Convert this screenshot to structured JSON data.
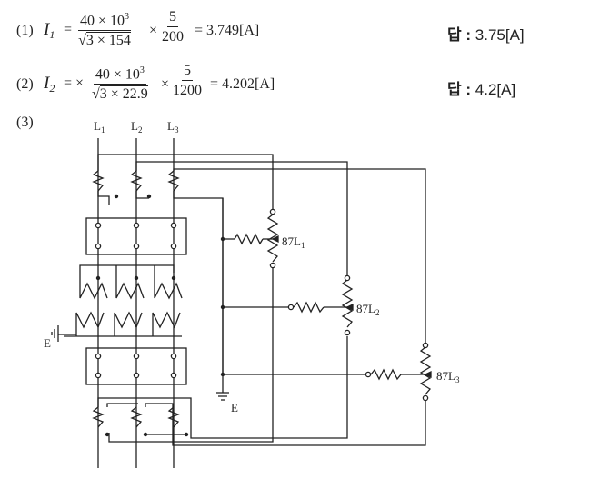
{
  "problems": [
    {
      "number": "(1)",
      "variable": "I",
      "subscript": "1",
      "prefix": "=",
      "frac1_num_base": "40 × 10",
      "frac1_num_exp": "3",
      "frac1_den_sqrt": "3",
      "frac1_den_rest": " × 154",
      "times": "×",
      "frac2_num": "5",
      "frac2_den": "200",
      "result": "= 3.749[A]",
      "answer_label": "답",
      "answer_sep": ":",
      "answer_value": "3.75[A]"
    },
    {
      "number": "(2)",
      "variable": "I",
      "subscript": "2",
      "prefix": "= ×",
      "frac1_num_base": "40 × 10",
      "frac1_num_exp": "3",
      "frac1_den_sqrt": "3",
      "frac1_den_rest": " × 22.9",
      "times": "×",
      "frac2_num": "5",
      "frac2_den": "1200",
      "result": "= 4.202[A]",
      "answer_label": "답",
      "answer_sep": ":",
      "answer_value": "4.2[A]"
    }
  ],
  "part3": {
    "number": "(3)"
  },
  "diagram": {
    "line_labels": [
      {
        "base": "L",
        "sub": "1"
      },
      {
        "base": "L",
        "sub": "2"
      },
      {
        "base": "L",
        "sub": "3"
      }
    ],
    "relays": [
      {
        "base": "87L",
        "sub": "1"
      },
      {
        "base": "87L",
        "sub": "2"
      },
      {
        "base": "87L",
        "sub": "3"
      }
    ],
    "ground_label": "E",
    "ground_label_left": "E"
  }
}
